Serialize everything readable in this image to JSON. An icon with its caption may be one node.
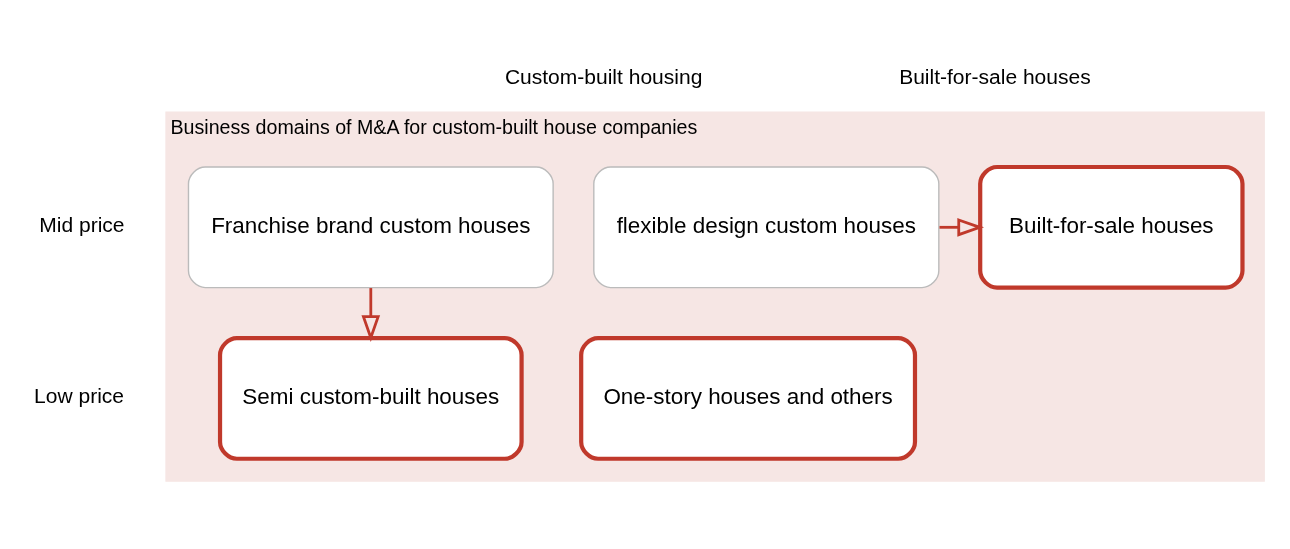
{
  "diagram": {
    "nodes": [
      {
        "text": [
          "Business domains of M&A for custom-built house companies"
        ]
      },
      {
        "text": [
          "Franchise brand custom houses"
        ],
        "in": 0
      },
      {
        "text": [
          "flexible design custom houses"
        ],
        "in": 0
      },
      {
        "text": [
          "Semi custom-built houses"
        ],
        "in": 0
      },
      {
        "text": [
          "One-story houses and others"
        ],
        "in": 0
      },
      {
        "text": [
          "Built-for-sale houses"
        ],
        "in": 0
      }
    ],
    "edges": [
      {
        "from": 1,
        "to": 3,
        "arrow": "to",
        "color": "#c0392b"
      },
      {
        "from": 2,
        "to": 5,
        "arrow": "to",
        "color": "#c0392b"
      }
    ],
    "labels": [
      "Custom-built housing",
      "Built-for-sale houses",
      "Mid price",
      "Low price"
    ]
  }
}
